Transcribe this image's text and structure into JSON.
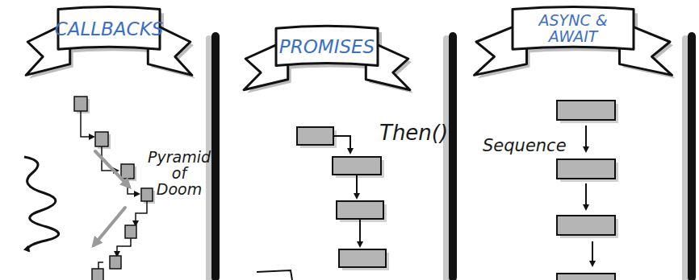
{
  "diagram": {
    "nodes": [
      {
        "text": [
          "CALLBACKS"
        ]
      },
      {
        "text": [
          "PROMISES"
        ]
      },
      {
        "text": [
          "ASYNC & AWAIT"
        ]
      }
    ],
    "labels": [
      "Pyramid of Doom",
      "Then()",
      "Sequence"
    ]
  }
}
